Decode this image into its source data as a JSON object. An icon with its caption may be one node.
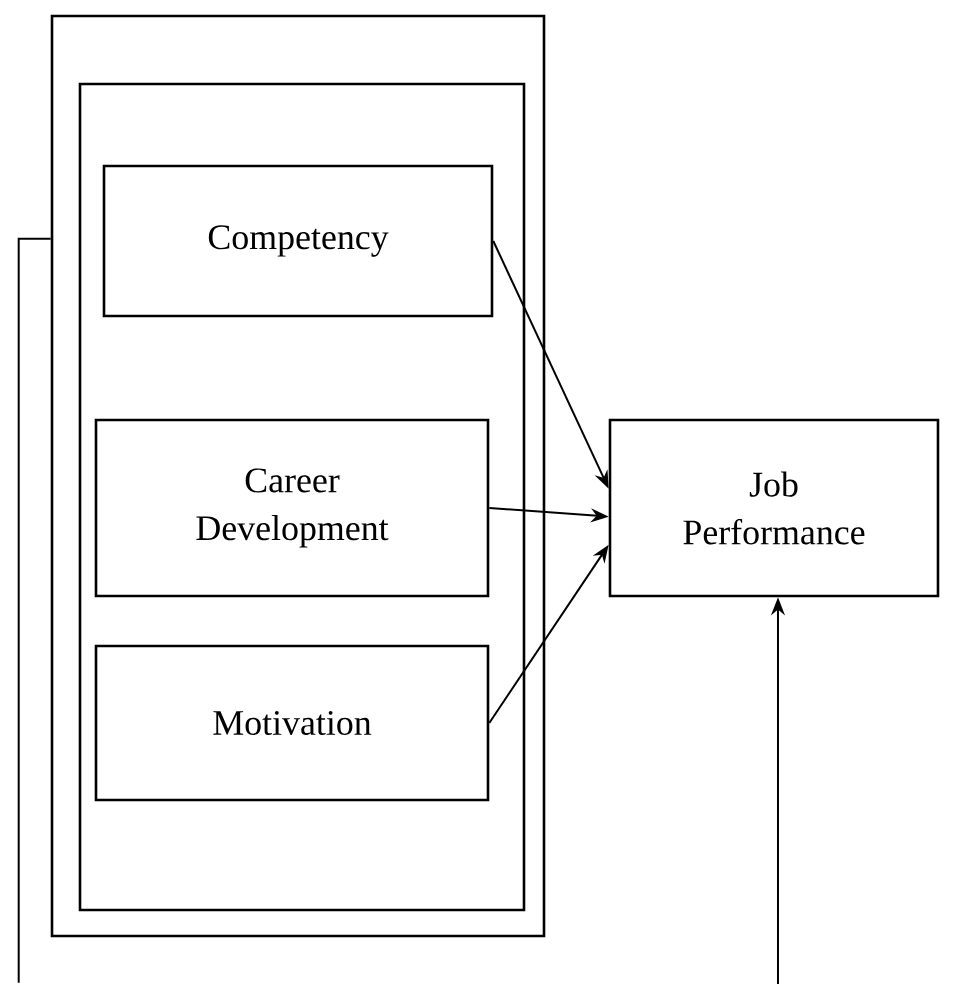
{
  "diagram": {
    "nodes": [
      {
        "text": [],
        "shape": "box"
      },
      {
        "text": [],
        "shape": "box",
        "in": 0
      },
      {
        "text": [
          "Competency"
        ],
        "in": 1
      },
      {
        "text": [
          "Career Development"
        ],
        "in": 1
      },
      {
        "text": [
          "Motivation"
        ],
        "in": 1
      },
      {
        "text": [
          "Job Performance"
        ]
      }
    ],
    "edges": [
      {
        "from": 2,
        "to": 5,
        "arrow": "to"
      },
      {
        "from": 3,
        "to": 5,
        "arrow": "to"
      },
      {
        "from": 4,
        "to": 5,
        "arrow": "to"
      },
      {
        "from": null,
        "to": 5,
        "arrow": "to"
      },
      {
        "from": 0,
        "to": null,
        "arrow": "none"
      }
    ]
  }
}
